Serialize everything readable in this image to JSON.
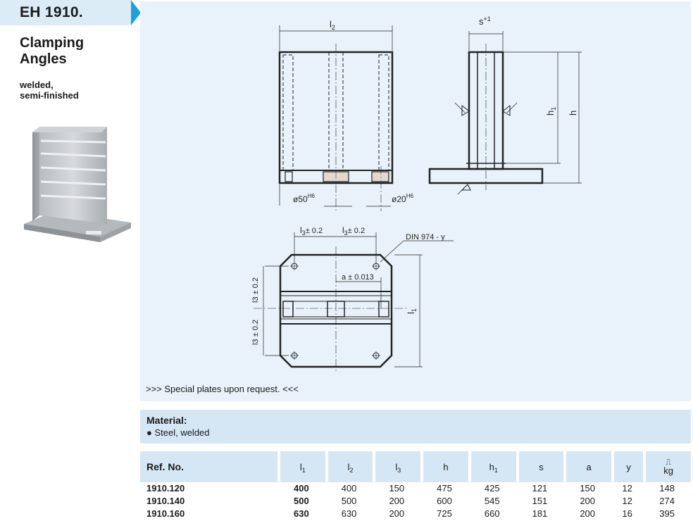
{
  "header": {
    "code": "EH 1910."
  },
  "product": {
    "title": "Clamping Angles",
    "description_line1": "welded,",
    "description_line2": "semi-finished"
  },
  "drawing": {
    "label_l2": "l",
    "label_l2_sub": "2",
    "label_s": "s",
    "label_s_sup": "+1",
    "label_h1": "h",
    "label_h1_sub": "1",
    "label_h": "h",
    "label_d50": "ø50",
    "label_d50_tol": "H6",
    "label_d20": "ø20",
    "label_d20_tol": "H6",
    "label_l3_top_a": "l",
    "label_l3_top_a_sub": "3",
    "label_l3_top_a_tol": "± 0.2",
    "label_l3_top_b": "l",
    "label_l3_top_b_sub": "3",
    "label_l3_top_b_tol": "± 0.2",
    "label_din": "DIN  974  -  y",
    "label_a": "a ± 0.013",
    "label_l3_side_a": "l3 ± 0.2",
    "label_l3_side_b": "l3 ± 0.2",
    "label_l1": "l",
    "label_l1_sub": "1"
  },
  "note": ">>> Special plates upon request. <<<",
  "material": {
    "label": "Material:",
    "item": "● Steel, welded"
  },
  "table": {
    "ref_header": "Ref. No.",
    "columns": [
      {
        "sym": "l",
        "sub": "1"
      },
      {
        "sym": "l",
        "sub": "2"
      },
      {
        "sym": "l",
        "sub": "3"
      },
      {
        "sym": "h",
        "sub": ""
      },
      {
        "sym": "h",
        "sub": "1"
      },
      {
        "sym": "s",
        "sub": ""
      },
      {
        "sym": "a",
        "sub": ""
      },
      {
        "sym": "y",
        "sub": ""
      }
    ],
    "weight_header": "kg",
    "weight_icon": "weight-icon",
    "rows": [
      {
        "ref": "1910.120",
        "l1": "400",
        "l2": "400",
        "l3": "150",
        "h": "475",
        "h1": "425",
        "s": "121",
        "a": "150",
        "y": "12",
        "kg": "148"
      },
      {
        "ref": "1910.140",
        "l1": "500",
        "l2": "500",
        "l3": "200",
        "h": "600",
        "h1": "545",
        "s": "151",
        "a": "200",
        "y": "12",
        "kg": "274"
      },
      {
        "ref": "1910.160",
        "l1": "630",
        "l2": "630",
        "l3": "200",
        "h": "725",
        "h1": "660",
        "s": "181",
        "a": "200",
        "y": "16",
        "kg": "395"
      }
    ]
  },
  "colors": {
    "accent": "#1aa2dc",
    "panel": "#e9f2fa",
    "header_fill": "#d5e7f5"
  }
}
